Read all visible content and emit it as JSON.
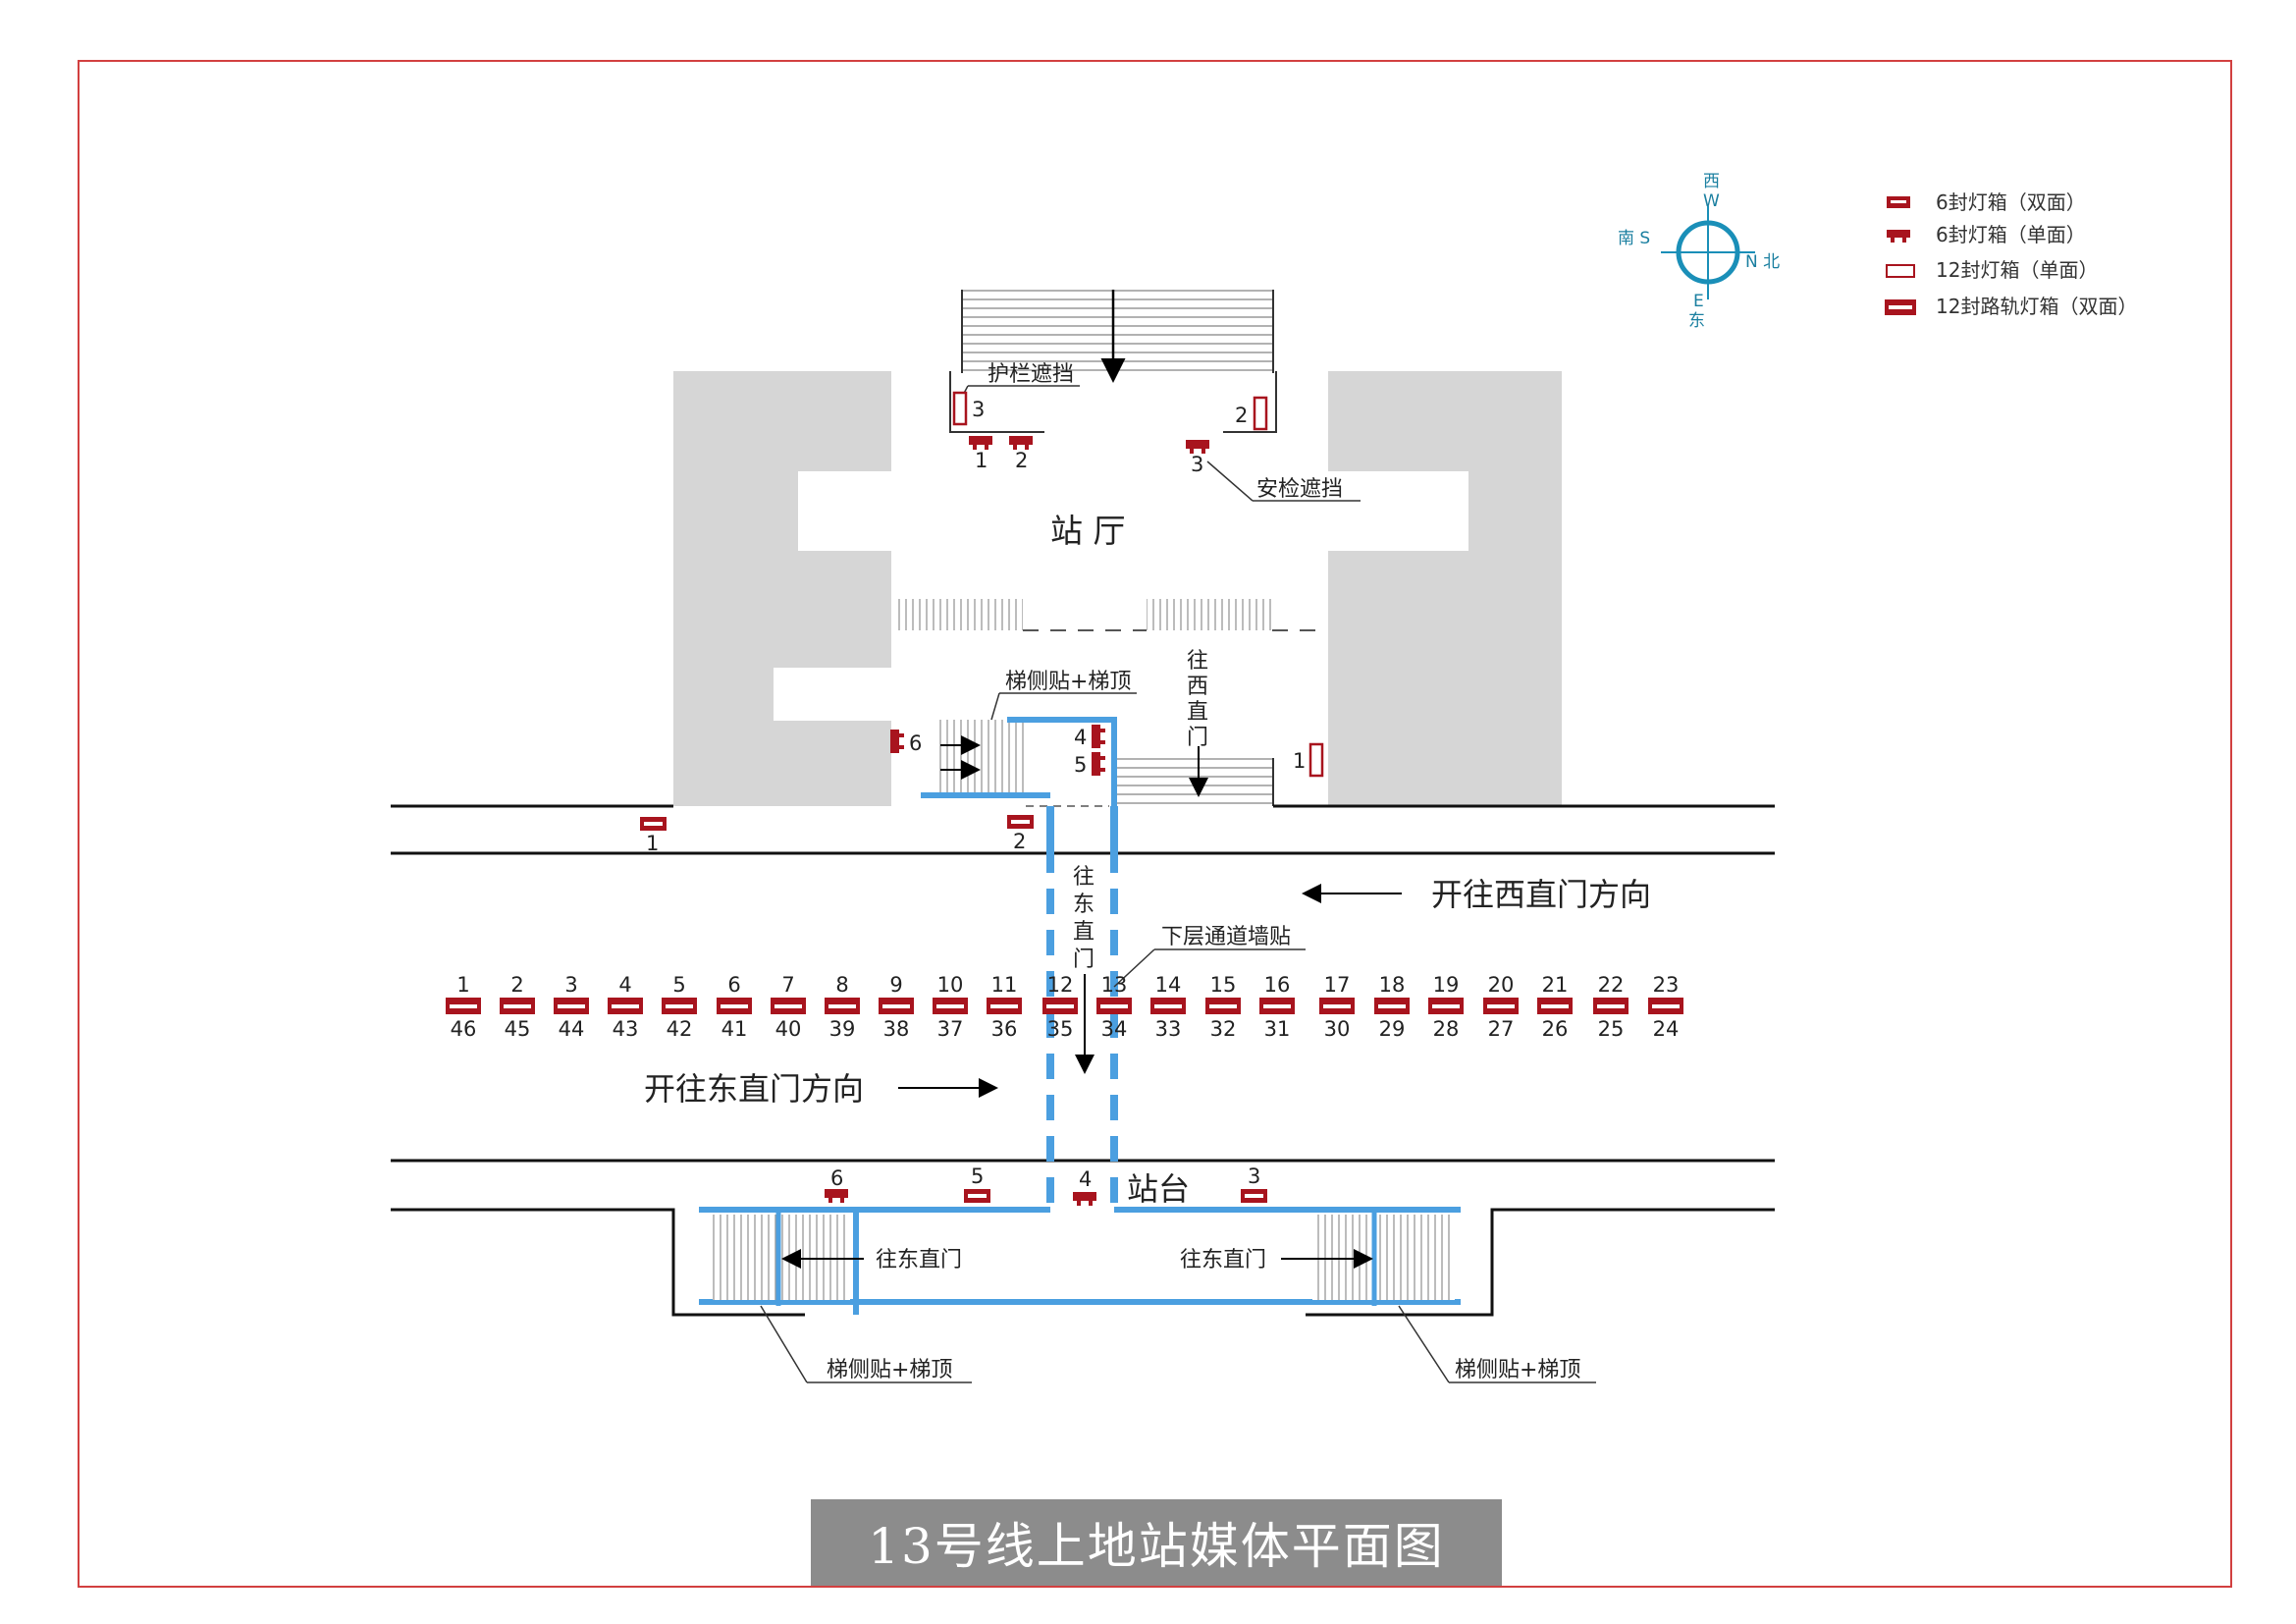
{
  "title": "13号线上地站媒体平面图",
  "legend": [
    {
      "label": "6封灯箱（双面）",
      "icon": "double-sided-6-lightbox-icon"
    },
    {
      "label": "6封灯箱（单面）",
      "icon": "single-sided-6-lightbox-icon"
    },
    {
      "label": "12封灯箱（单面）",
      "icon": "single-sided-12-lightbox-icon"
    },
    {
      "label": "12封路轨灯箱（双面）",
      "icon": "double-sided-12-track-lightbox-icon"
    }
  ],
  "compass": {
    "west_cn": "西",
    "west_en": "W",
    "south": "南 S",
    "north": "N 北",
    "east_en": "E",
    "east_cn": "东"
  },
  "hall": {
    "name": "站 厅",
    "guard_label": "护栏遮挡",
    "security_label": "安检遮挡",
    "to_west_label": [
      "往",
      "西",
      "直",
      "门"
    ],
    "escalator_label": "梯侧贴+梯顶",
    "box_numbers": [
      "1",
      "2",
      "3",
      "4",
      "5",
      "6"
    ],
    "twelve_box_numbers": [
      "1",
      "2",
      "3"
    ]
  },
  "track": {
    "upper_box_numbers": [
      "1",
      "2"
    ],
    "west_direction": "开往西直门方向",
    "east_direction": "开往东直门方向",
    "to_east_label": [
      "往",
      "东",
      "直",
      "门"
    ],
    "wall_label": "下层通道墙贴",
    "top_numbers": [
      "1",
      "2",
      "3",
      "4",
      "5",
      "6",
      "7",
      "8",
      "9",
      "10",
      "11",
      "12",
      "13",
      "14",
      "15",
      "16",
      "17",
      "18",
      "19",
      "20",
      "21",
      "22",
      "23"
    ],
    "bottom_numbers": [
      "46",
      "45",
      "44",
      "43",
      "42",
      "41",
      "40",
      "39",
      "38",
      "37",
      "36",
      "35",
      "34",
      "33",
      "32",
      "31",
      "30",
      "29",
      "28",
      "27",
      "26",
      "25",
      "24"
    ]
  },
  "platform": {
    "name": "站台",
    "box_numbers": [
      "6",
      "5",
      "4",
      "3"
    ],
    "left_exit": "往东直门",
    "right_exit": "往东直门",
    "left_escalator_label": "梯侧贴+梯顶",
    "right_escalator_label": "梯侧贴+梯顶"
  },
  "colors": {
    "box": "#a8141e",
    "walkway": "#4b9fe0",
    "wall": "#d6d6d6",
    "border": "#d24040",
    "compass": "#1a8fb8"
  }
}
